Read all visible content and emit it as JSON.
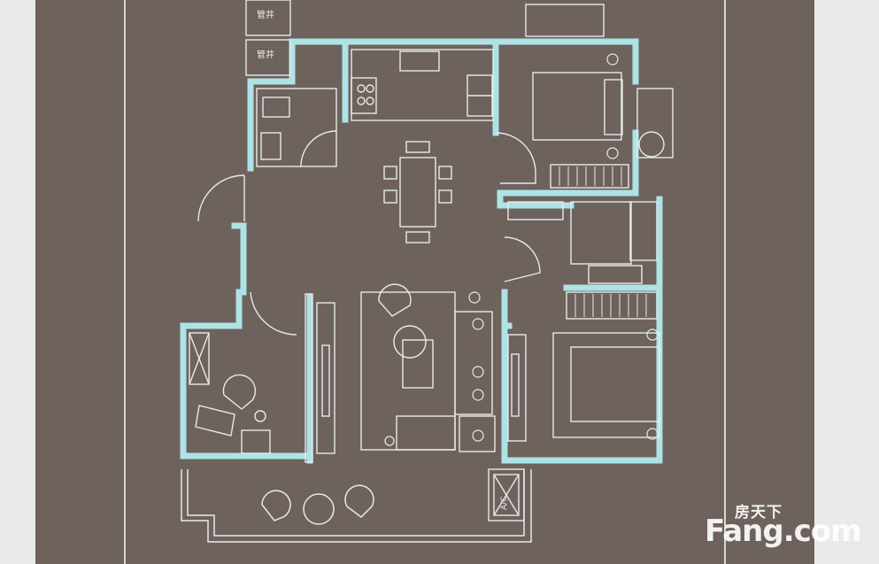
{
  "floorplan": {
    "labels": {
      "shaft_upper": "管井",
      "shaft_lower": "管井",
      "ac": "A/C"
    }
  },
  "watermark": {
    "chinese": "房天下",
    "latin": "Fang.com"
  },
  "colors": {
    "board": "#6e625d",
    "wall": "#aee3e6",
    "line": "#e3ecec",
    "background": "#e9ebe9"
  }
}
